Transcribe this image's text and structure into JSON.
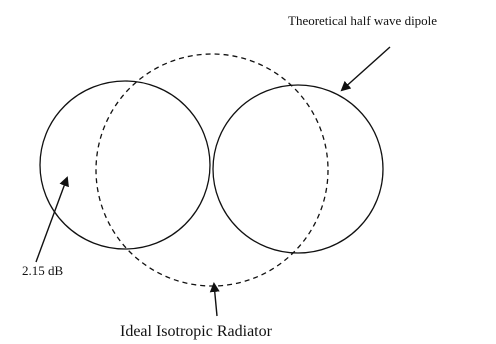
{
  "labels": {
    "dipole": "Theoretical half wave dipole",
    "gain": "2.15 dB",
    "isotropic": "Ideal Isotropic Radiator"
  },
  "colors": {
    "stroke": "#111111",
    "background": "#ffffff"
  },
  "line_styles": {
    "dipole_lobes": "solid",
    "isotropic_circle": "dashed"
  }
}
